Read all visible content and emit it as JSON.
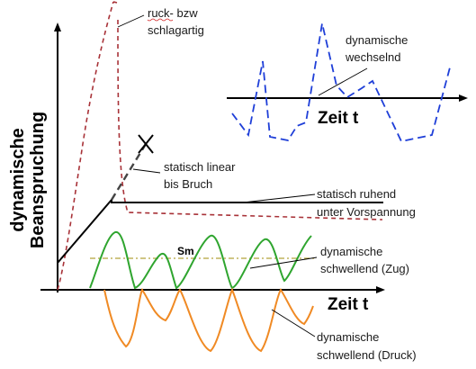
{
  "diagram": {
    "y_axis_label_line1": "dynamische",
    "y_axis_label_line2": "Beanspruchung",
    "x_axis_label_main": "Zeit t",
    "x_axis_label_inset": "Zeit t",
    "label_ruck_line1": "ruck- bzw",
    "label_ruck_line2": "schlagartig",
    "label_wechselnd_line1": "dynamische",
    "label_wechselnd_line2": "wechselnd",
    "label_statisch_linear_line1": "statisch linear",
    "label_statisch_linear_line2": "bis Bruch",
    "label_statisch_ruhend_line1": "statisch ruhend",
    "label_statisch_ruhend_line2": "unter Vorspannung",
    "label_sm": "Sm",
    "label_zug_line1": "dynamische",
    "label_zug_line2": "schwellend (Zug)",
    "label_druck_line1": "dynamische",
    "label_druck_line2": "schwellend (Druck)"
  },
  "colors": {
    "axis": "#000000",
    "ruck": "#a83238",
    "wechselnd": "#1f3fd8",
    "zug": "#2fa52f",
    "druck": "#f08a24",
    "sm_line": "#b5a33a",
    "black_curve": "#000000"
  }
}
